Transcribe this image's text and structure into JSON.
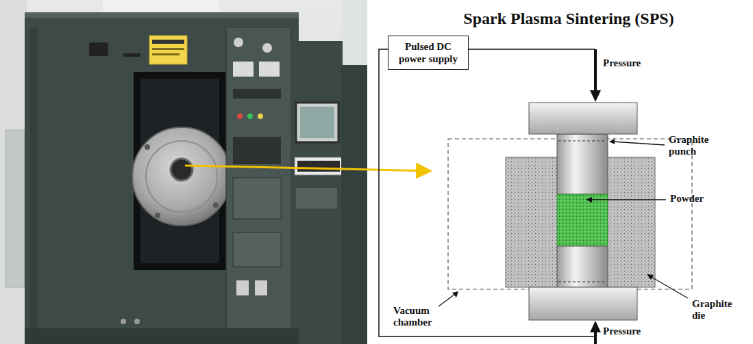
{
  "diagram": {
    "title": "Spark Plasma Sintering (SPS)",
    "nodes": [
      {
        "text": [
          "Pulsed DC power supply"
        ]
      }
    ],
    "labels": [
      "Pressure",
      "Graphite punch",
      "Powder",
      "Vacuum chamber",
      "Graphite die",
      "Pressure"
    ]
  }
}
